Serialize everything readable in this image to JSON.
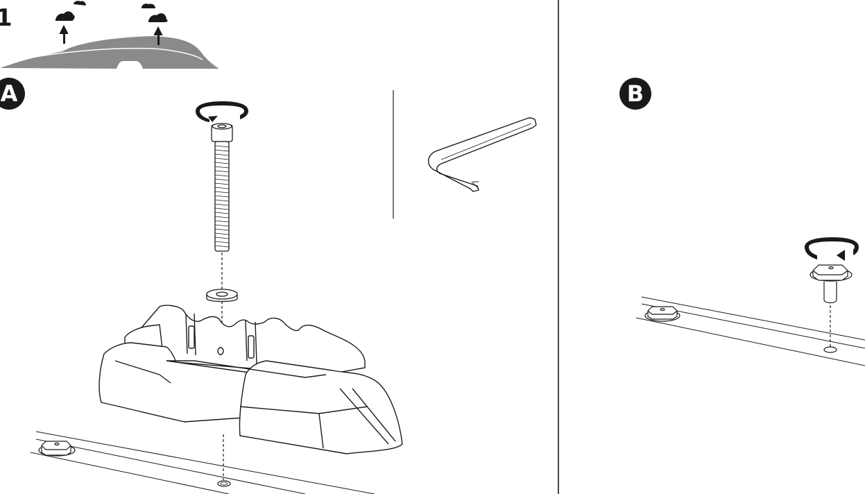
{
  "diagram": {
    "type": "assembly-instructions",
    "step_number": "1",
    "panels": [
      {
        "id": "A",
        "label": "A",
        "content": "Foot pad on roof with bolt, washer and hex key (Allen key) tool; clockwise rotation arrow over bolt"
      },
      {
        "id": "B",
        "label": "B",
        "content": "Remove roof plug/cap bolt from roof rail mount point; counter-clockwise rotation arrow"
      }
    ],
    "header_illustration": "Car roof silhouette with two arrows pointing up to removed mounting caps",
    "colors": {
      "ink": "#1a1a1a",
      "roof_gray": "#8a8a8a",
      "background": "#ffffff"
    }
  }
}
